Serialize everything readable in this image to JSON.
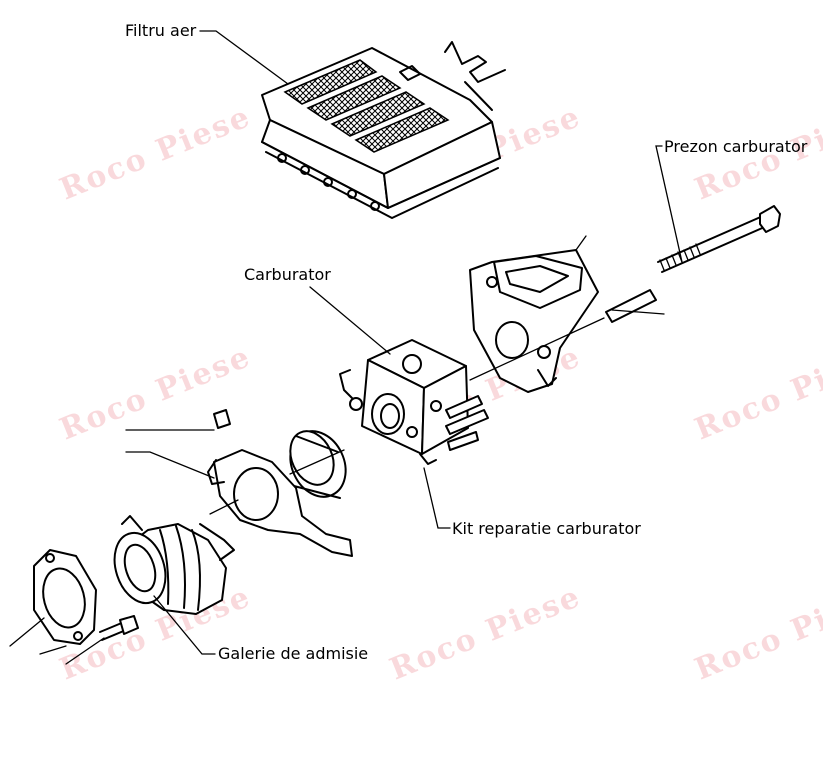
{
  "labels": {
    "air_filter": "Filtru aer",
    "carb_stud": "Prezon carburator",
    "carburetor": "Carburator",
    "repair_kit": "Kit reparatie carburator",
    "intake_manifold": "Galerie de admisie"
  },
  "watermark": "Roco Piese",
  "colors": {
    "watermark": "#e87882",
    "ink": "#000000",
    "background": "#ffffff"
  }
}
